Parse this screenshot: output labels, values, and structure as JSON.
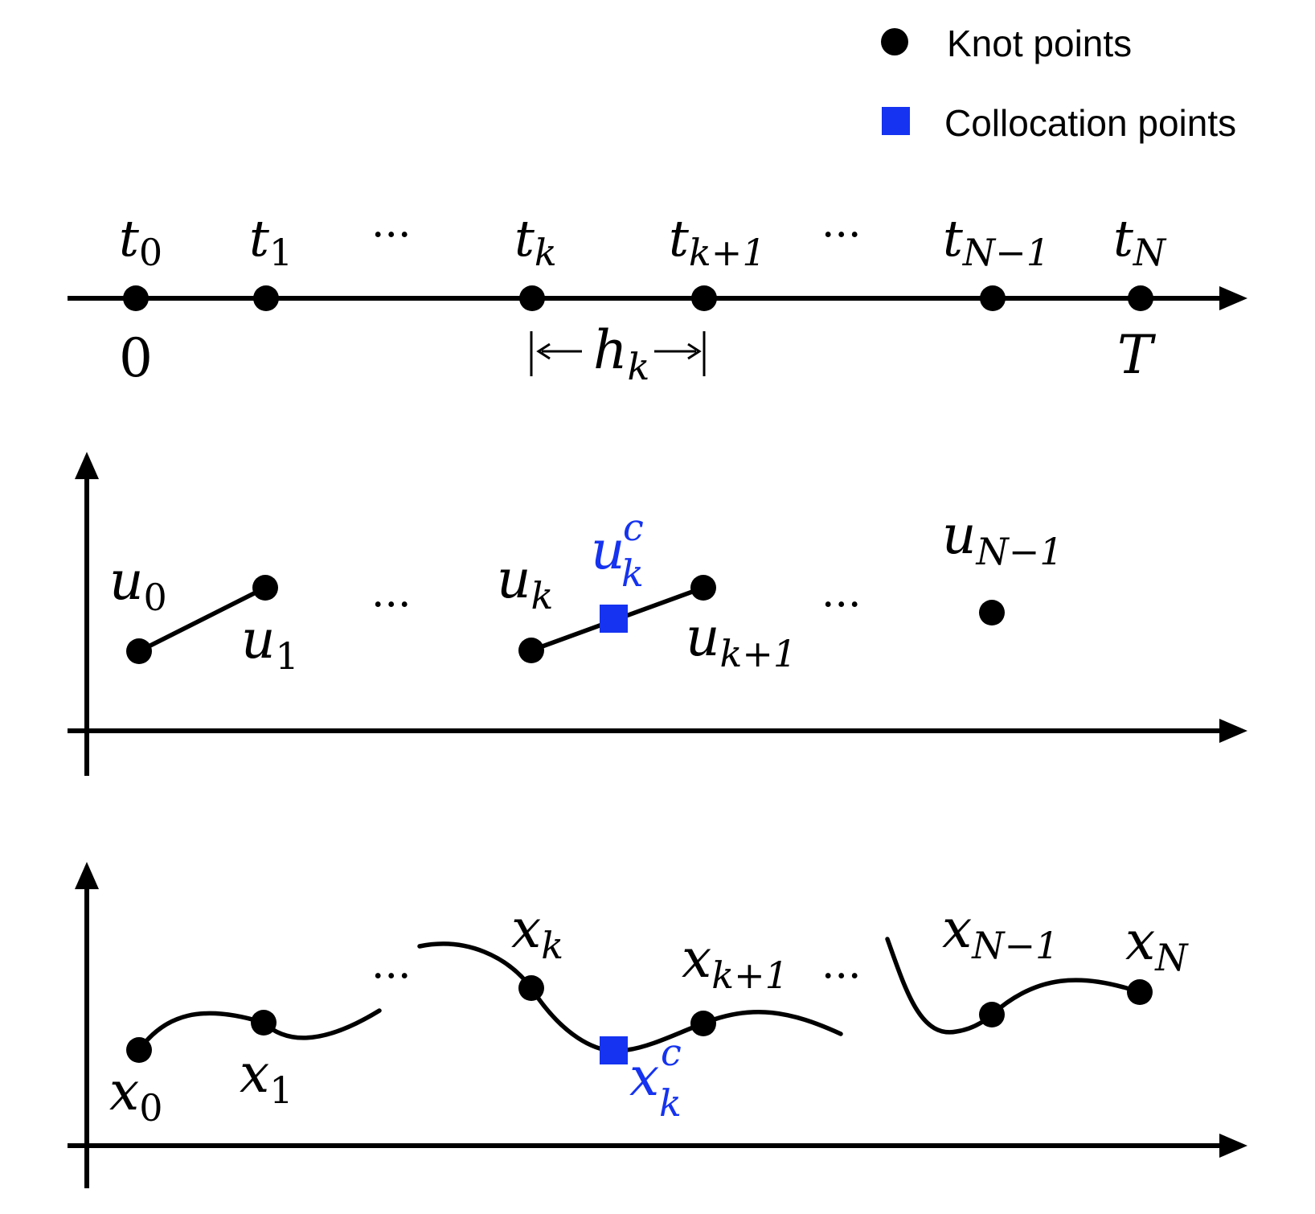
{
  "legend": {
    "knot_label": "Knot points",
    "collocation_label": "Collocation points"
  },
  "colors": {
    "knot": "#000000",
    "collocation": "#1533f0"
  },
  "timeline": {
    "labels": [
      {
        "base": "t",
        "sub": "0"
      },
      {
        "base": "t",
        "sub": "1"
      },
      {
        "base": "t",
        "sub": "k"
      },
      {
        "base": "t",
        "sub": "k+1"
      },
      {
        "base": "t",
        "sub": "N−1"
      },
      {
        "base": "t",
        "sub": "N"
      }
    ],
    "ellipsis": "···",
    "start_label": "0",
    "end_label": "T",
    "interval": {
      "base": "h",
      "sub": "k"
    }
  },
  "control_panel": {
    "labels": [
      {
        "base": "u",
        "sub": "0"
      },
      {
        "base": "u",
        "sub": "1"
      },
      {
        "base": "u",
        "sub": "k"
      },
      {
        "base": "u",
        "sub": "k+1"
      },
      {
        "base": "u",
        "sub": "N−1"
      }
    ],
    "collocation": {
      "base": "u",
      "sub": "k",
      "sup": "c"
    },
    "ellipsis": "···"
  },
  "state_panel": {
    "labels": [
      {
        "base": "x",
        "sub": "0"
      },
      {
        "base": "x",
        "sub": "1"
      },
      {
        "base": "x",
        "sub": "k"
      },
      {
        "base": "x",
        "sub": "k+1"
      },
      {
        "base": "x",
        "sub": "N−1"
      },
      {
        "base": "x",
        "sub": "N"
      }
    ],
    "collocation": {
      "base": "x",
      "sub": "k",
      "sup": "c"
    },
    "ellipsis": "···"
  }
}
